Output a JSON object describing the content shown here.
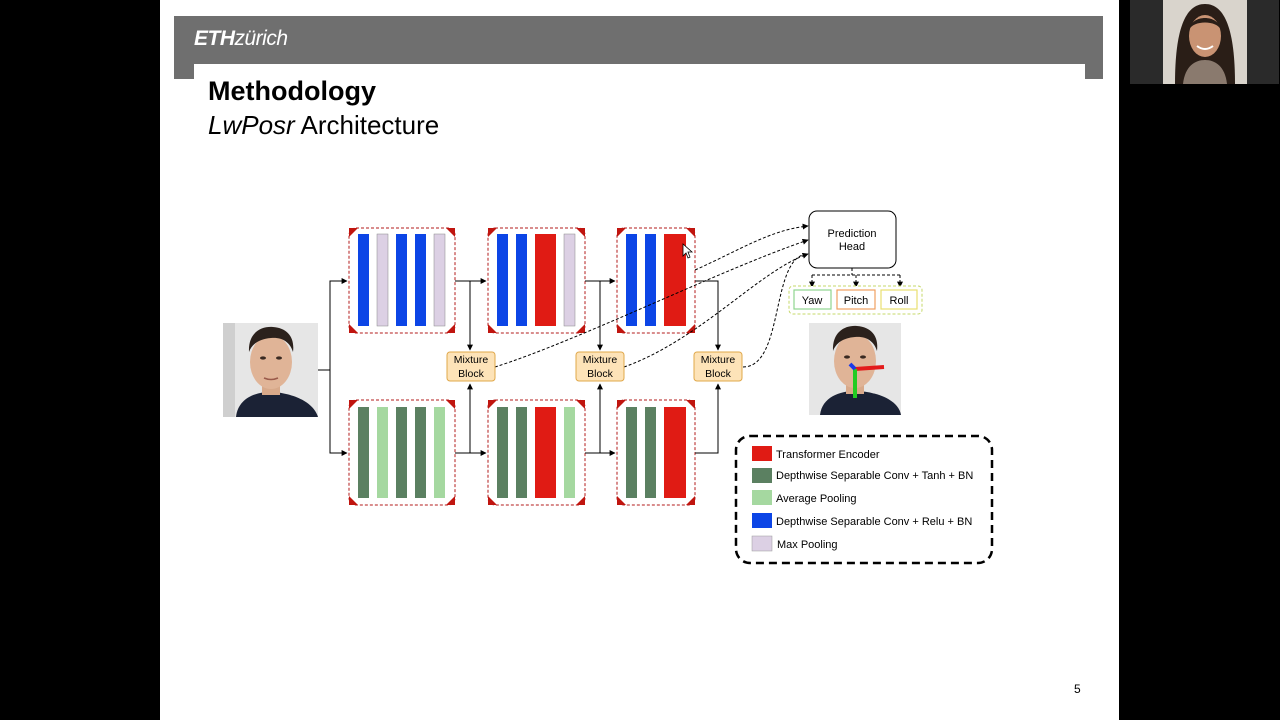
{
  "header": {
    "logo_bold": "ETH",
    "logo_light": "zürich"
  },
  "slide": {
    "title": "Methodology",
    "subtitle_italic": "LwPosr",
    "subtitle_rest": " Architecture",
    "page_number": "5"
  },
  "diagram": {
    "mixture_block_line1": "Mixture",
    "mixture_block_line2": "Block",
    "prediction_head_line1": "Prediction",
    "prediction_head_line2": "Head",
    "outputs": [
      "Yaw",
      "Pitch",
      "Roll"
    ],
    "legend": [
      {
        "color": "#e01b14",
        "label": "Transformer Encoder"
      },
      {
        "color": "#5b8061",
        "label": "Depthwise Separable Conv + Tanh + BN"
      },
      {
        "color": "#a5d8a0",
        "label": "Average Pooling"
      },
      {
        "color": "#0c45e6",
        "label": "Depthwise Separable Conv + Relu + BN"
      },
      {
        "color": "#dcd0e4",
        "label": "Max Pooling"
      }
    ]
  },
  "colors": {
    "banner": "#6f6f6f",
    "transformer": "#e01b14",
    "conv_tanh": "#5b8061",
    "avg_pool": "#a5d8a0",
    "conv_relu": "#0c45e6",
    "max_pool": "#dcd0e4",
    "mixture_fill": "#fde3b8",
    "mixture_stroke": "#e0a84a"
  },
  "icons": [
    "face-input-image",
    "face-output-image",
    "axes-overlay-icon",
    "presenter-video"
  ]
}
